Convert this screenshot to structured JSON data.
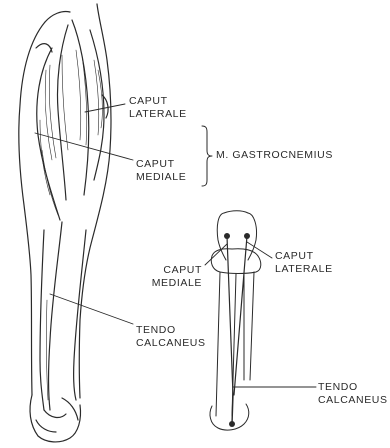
{
  "labels": {
    "caput_laterale_1": [
      "CAPUT",
      "LATERALE"
    ],
    "caput_mediale_1": [
      "CAPUT",
      "MEDIALE"
    ],
    "muscle_name": "M. GASTROCNEMIUS",
    "tendo_calcaneus_1": [
      "TENDO",
      "CALCANEUS"
    ],
    "caput_mediale_2": [
      "CAPUT",
      "MEDIALE"
    ],
    "caput_laterale_2": [
      "CAPUT",
      "LATERALE"
    ],
    "tendo_calcaneus_2": [
      "TENDO",
      "CALCANEUS"
    ]
  },
  "colors": {
    "ink": "#2a2a2a",
    "background": "#ffffff"
  }
}
